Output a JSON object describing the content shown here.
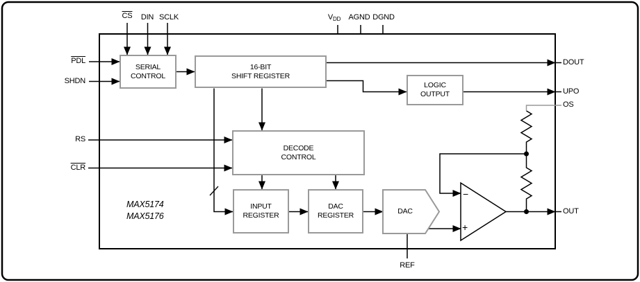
{
  "part_numbers": {
    "line1": "MAX5174",
    "line2": "MAX5176"
  },
  "pins": {
    "cs": "CS",
    "din": "DIN",
    "sclk": "SCLK",
    "vdd_base": "V",
    "vdd_sub": "DD",
    "agnd": "AGND",
    "dgnd": "DGND",
    "pdl": "PDL",
    "shdn": "SHDN",
    "rs": "RS",
    "clr": "CLR",
    "dout": "DOUT",
    "upo": "UPO",
    "os": "OS",
    "out": "OUT",
    "ref": "REF"
  },
  "blocks": {
    "serial_control": {
      "line1": "SERIAL",
      "line2": "CONTROL"
    },
    "shift_register": {
      "line1": "16-BIT",
      "line2": "SHIFT REGISTER"
    },
    "logic_output": {
      "line1": "LOGIC",
      "line2": "OUTPUT"
    },
    "decode_control": {
      "line1": "DECODE",
      "line2": "CONTROL"
    },
    "input_register": {
      "line1": "INPUT",
      "line2": "REGISTER"
    },
    "dac_register": {
      "line1": "DAC",
      "line2": "REGISTER"
    },
    "dac": "DAC"
  },
  "opamp": {
    "minus": "−",
    "plus": "+"
  },
  "colors": {
    "wire": "#000000",
    "block_border": "#999999",
    "os_wire": "#999999",
    "background": "#ffffff"
  }
}
